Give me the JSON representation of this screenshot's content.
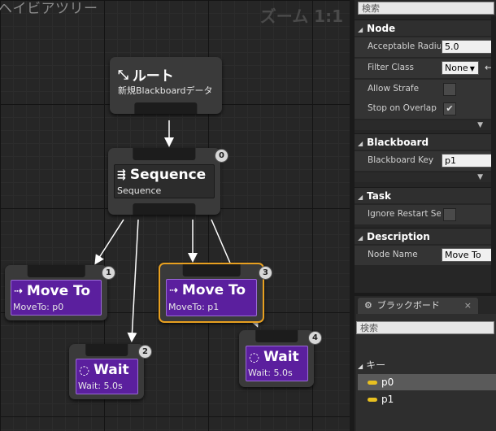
{
  "graph": {
    "title": "ヘイビアツリー",
    "zoom": "ズーム 1:1",
    "root": {
      "title": "ルート",
      "subtitle": "新規Blackboardデータ"
    },
    "sequence": {
      "title": "Sequence",
      "subtitle": "Sequence",
      "index": "0"
    },
    "tasks": [
      {
        "id": "moveto1",
        "title": "Move To",
        "subtitle": "MoveTo: p0",
        "index": "1"
      },
      {
        "id": "wait2",
        "title": "Wait",
        "subtitle": "Wait: 5.0s",
        "index": "2"
      },
      {
        "id": "moveto3",
        "title": "Move To",
        "subtitle": "MoveTo: p1",
        "index": "3",
        "selected": true
      },
      {
        "id": "wait4",
        "title": "Wait",
        "subtitle": "Wait: 5.0s",
        "index": "4"
      }
    ]
  },
  "details": {
    "search_placeholder": "検索",
    "node": {
      "header": "Node",
      "acceptable_radius_label": "Acceptable Radius",
      "acceptable_radius_value": "5.0",
      "filter_class_label": "Filter Class",
      "filter_class_value": "None",
      "allow_strafe_label": "Allow Strafe",
      "allow_strafe_checked": false,
      "stop_on_overlap_label": "Stop on Overlap",
      "stop_on_overlap_checked": true
    },
    "blackboard": {
      "header": "Blackboard",
      "key_label": "Blackboard Key",
      "key_value": "p1"
    },
    "task": {
      "header": "Task",
      "ignore_restart_label": "Ignore Restart Sel",
      "ignore_restart_checked": false
    },
    "description": {
      "header": "Description",
      "node_name_label": "Node Name",
      "node_name_value": "Move To"
    }
  },
  "blackboard_panel": {
    "tab_label": "ブラックボード",
    "close": "×",
    "search_placeholder": "検索",
    "keys_header": "キー",
    "keys": [
      "p0",
      "p1"
    ]
  },
  "colors": {
    "task_purple": "#5b1f9e",
    "selected_outline": "#e8a020",
    "key_pill": "#e8c020"
  }
}
